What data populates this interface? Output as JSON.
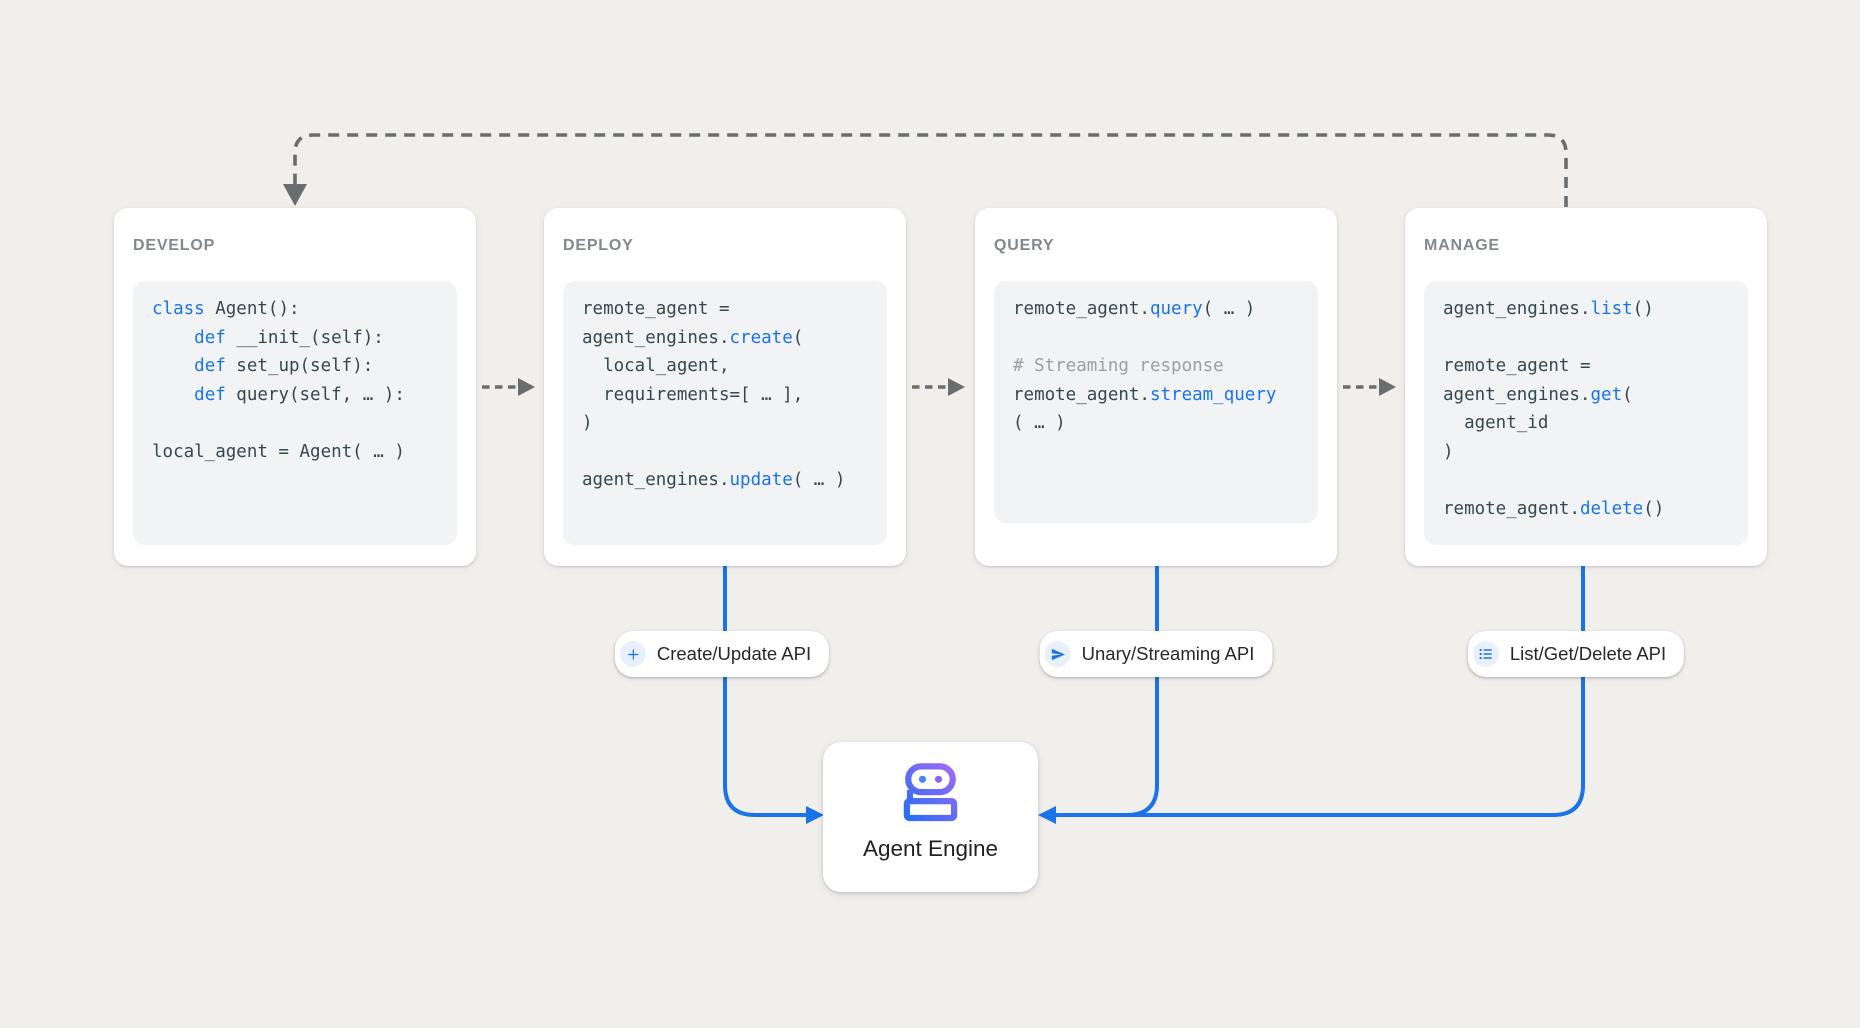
{
  "cards": [
    {
      "title": "DEVELOP",
      "code": [
        [
          {
            "t": "class",
            "c": "kw"
          },
          {
            "t": " Agent():",
            "c": "pl"
          }
        ],
        [
          {
            "t": "    ",
            "c": "pl"
          },
          {
            "t": "def",
            "c": "kw"
          },
          {
            "t": " __init_(self):",
            "c": "pl"
          }
        ],
        [
          {
            "t": "    ",
            "c": "pl"
          },
          {
            "t": "def",
            "c": "kw"
          },
          {
            "t": " set_up(self):",
            "c": "pl"
          }
        ],
        [
          {
            "t": "    ",
            "c": "pl"
          },
          {
            "t": "def",
            "c": "kw"
          },
          {
            "t": " query(self, … ):",
            "c": "pl"
          }
        ],
        [],
        [
          {
            "t": "local_agent = Agent( … )",
            "c": "pl"
          }
        ]
      ]
    },
    {
      "title": "DEPLOY",
      "code": [
        [
          {
            "t": "remote_agent =",
            "c": "pl"
          }
        ],
        [
          {
            "t": "agent_engines.",
            "c": "pl"
          },
          {
            "t": "create",
            "c": "kw"
          },
          {
            "t": "(",
            "c": "pl"
          }
        ],
        [
          {
            "t": "  local_agent,",
            "c": "pl"
          }
        ],
        [
          {
            "t": "  requirements=[ … ],",
            "c": "pl"
          }
        ],
        [
          {
            "t": ")",
            "c": "pl"
          }
        ],
        [],
        [
          {
            "t": "agent_engines.",
            "c": "pl"
          },
          {
            "t": "update",
            "c": "kw"
          },
          {
            "t": "( … )",
            "c": "pl"
          }
        ]
      ]
    },
    {
      "title": "QUERY",
      "code": [
        [
          {
            "t": "remote_agent.",
            "c": "pl"
          },
          {
            "t": "query",
            "c": "kw"
          },
          {
            "t": "( … )",
            "c": "pl"
          }
        ],
        [],
        [
          {
            "t": "# Streaming response",
            "c": "cm"
          }
        ],
        [
          {
            "t": "remote_agent.",
            "c": "pl"
          },
          {
            "t": "stream_query",
            "c": "kw"
          }
        ],
        [
          {
            "t": "( … )",
            "c": "pl"
          }
        ]
      ]
    },
    {
      "title": "MANAGE",
      "code": [
        [
          {
            "t": "agent_engines.",
            "c": "pl"
          },
          {
            "t": "list",
            "c": "kw"
          },
          {
            "t": "()",
            "c": "pl"
          }
        ],
        [],
        [
          {
            "t": "remote_agent =",
            "c": "pl"
          }
        ],
        [
          {
            "t": "agent_engines.",
            "c": "pl"
          },
          {
            "t": "get",
            "c": "kw"
          },
          {
            "t": "(",
            "c": "pl"
          }
        ],
        [
          {
            "t": "  agent_id",
            "c": "pl"
          }
        ],
        [
          {
            "t": ")",
            "c": "pl"
          }
        ],
        [],
        [
          {
            "t": "remote_agent.",
            "c": "pl"
          },
          {
            "t": "delete",
            "c": "kw"
          },
          {
            "t": "()",
            "c": "pl"
          }
        ]
      ]
    }
  ],
  "pills": [
    {
      "label": "Create/Update API",
      "icon": "plus-icon"
    },
    {
      "label": "Unary/Streaming API",
      "icon": "send-icon"
    },
    {
      "label": "List/Get/Delete API",
      "icon": "list-icon"
    }
  ],
  "engine": {
    "label": "Agent Engine",
    "icon": "robot-icon"
  },
  "colors": {
    "background": "#F1EFEC",
    "card": "#FFFFFF",
    "code_block": "#F1F3F4",
    "code_text": "#37474F",
    "keyword_blue": "#1A73E8",
    "comment_gray": "#9AA0A6",
    "title_gray": "#83888D",
    "connector_blue": "#1A73E8",
    "connector_gray": "#6A6D6E",
    "icon_gradient_start": "#1B6EF3",
    "icon_gradient_end": "#A96AF6"
  }
}
